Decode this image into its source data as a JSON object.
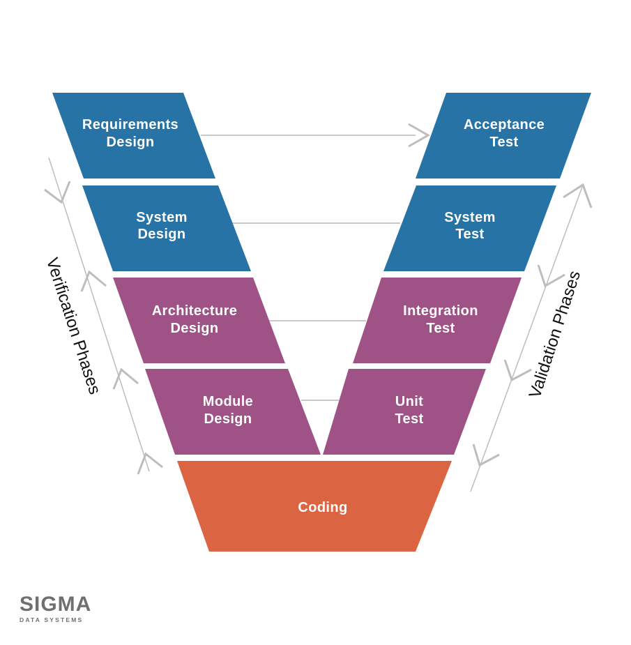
{
  "diagram": {
    "colors": {
      "blue": "#2873a6",
      "purple": "#9e5285",
      "orange": "#db6443",
      "connector": "#c8c8c8",
      "arrow": "#bdbdbd"
    },
    "left_phases": [
      {
        "line1": "Requirements",
        "line2": "Design",
        "color": "#2873a6"
      },
      {
        "line1": "System",
        "line2": "Design",
        "color": "#2873a6"
      },
      {
        "line1": "Architecture",
        "line2": "Design",
        "color": "#9e5285"
      },
      {
        "line1": "Module",
        "line2": "Design",
        "color": "#9e5285"
      }
    ],
    "right_phases": [
      {
        "line1": "Acceptance",
        "line2": "Test",
        "color": "#2873a6"
      },
      {
        "line1": "System",
        "line2": "Test",
        "color": "#2873a6"
      },
      {
        "line1": "Integration",
        "line2": "Test",
        "color": "#9e5285"
      },
      {
        "line1": "Unit",
        "line2": "Test",
        "color": "#9e5285"
      }
    ],
    "bottom_phase": {
      "label": "Coding",
      "color": "#db6443"
    },
    "verification_label": "Verification Phases",
    "validation_label": "Validation Phases"
  },
  "logo": {
    "name": "SIGMA",
    "tagline": "DATA SYSTEMS"
  }
}
